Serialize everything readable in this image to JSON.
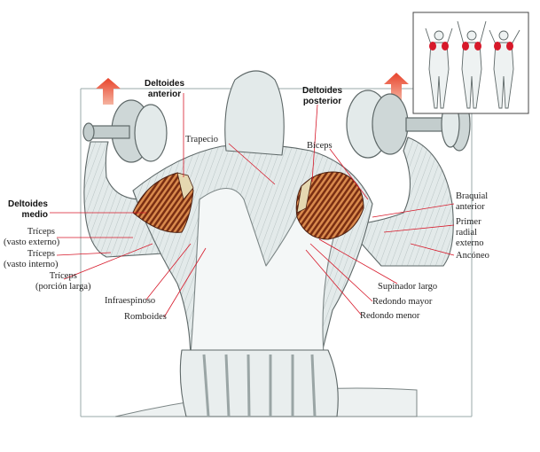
{
  "labels": {
    "deltoides_anterior": [
      "Deltoides",
      "anterior"
    ],
    "deltoides_posterior": [
      "Deltoides",
      "posterior"
    ],
    "deltoides_medio": [
      "Deltoides",
      "medio"
    ],
    "trapecio": "Trapecio",
    "biceps": "Bíceps",
    "braquial_anterior": [
      "Braquial",
      "anterior"
    ],
    "primer_radial_externo": [
      "Primer",
      "radial",
      "externo"
    ],
    "anconeo": "Ancóneo",
    "triceps_vasto_externo": [
      "Tríceps",
      "(vasto externo)"
    ],
    "triceps_vasto_interno": [
      "Tríceps",
      "(vasto interno)"
    ],
    "triceps_porcion_larga": [
      "Tríceps",
      "(porción larga)"
    ],
    "infraespinoso": "Infraespinoso",
    "romboides": "Romboides",
    "supinador_largo": "Supinador largo",
    "redondo_mayor": "Redondo mayor",
    "redondo_menor": "Redondo menor"
  },
  "colors": {
    "leader_line": "#d7192a",
    "arrow": "#e8432b",
    "muscle_highlight": "#a8431f",
    "skin": "#dfe6e6",
    "outline": "#5e6868"
  }
}
